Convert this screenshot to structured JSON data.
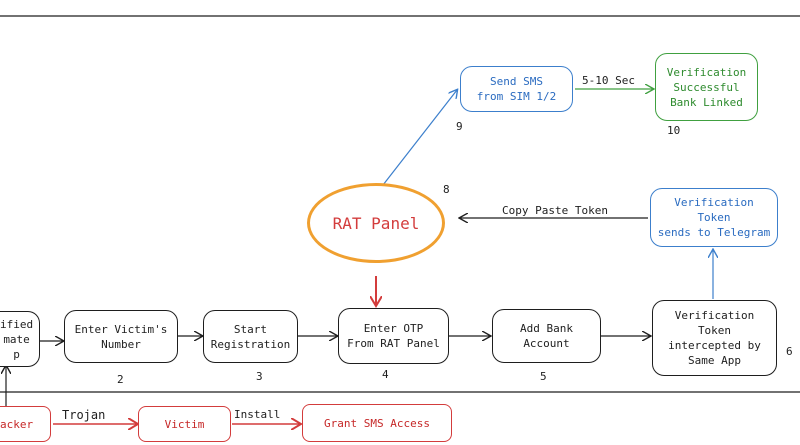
{
  "nodes": {
    "verified_app": "ified\nmate\np",
    "enter_victim": "Enter Victim's\nNumber",
    "start_registration": "Start\nRegistration",
    "enter_otp": "Enter OTP\nFrom RAT Panel",
    "add_bank": "Add Bank\nAccount",
    "token_intercepted": "Verification Token\nintercepted by\nSame App",
    "token_telegram": "Verification Token\nsends to Telegram",
    "rat_panel": "RAT Panel",
    "send_sms": "Send SMS\nfrom SIM 1/2",
    "verification_success": "Verification\nSuccessful\nBank Linked",
    "attacker": "acker",
    "victim": "Victim",
    "grant_sms": "Grant SMS Access"
  },
  "edge_labels": {
    "copy_paste": "Copy Paste Token",
    "delay": "5-10 Sec",
    "trojan": "Trojan",
    "install": "Install"
  },
  "steps": {
    "s2": "2",
    "s3": "3",
    "s4": "4",
    "s5": "5",
    "s6": "6",
    "s8": "8",
    "s9": "9",
    "s10": "10"
  },
  "colors": {
    "stroke": "#1e1e1e",
    "blue": "#3c7fcc",
    "green": "#40a040",
    "red": "#d33c3c",
    "orange": "#f0a030"
  }
}
